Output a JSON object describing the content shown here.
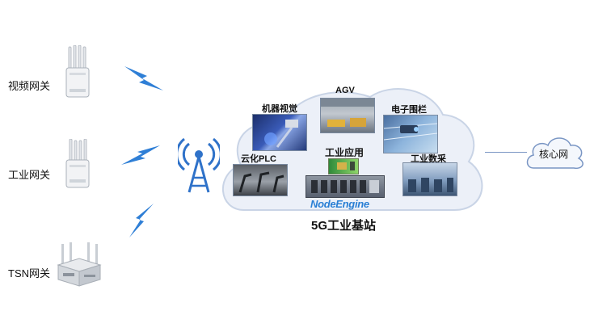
{
  "gateways": {
    "video": "视频网关",
    "industrial": "工业网关",
    "tsn": "TSN网关"
  },
  "cloud": {
    "machine_vision": "机器视觉",
    "agv": "AGV",
    "e_fence": "电子围栏",
    "cloud_plc": "云化PLC",
    "industrial_app": "工业应用",
    "industrial_data": "工业数采",
    "engine_name": "NodeEngine",
    "caption": "5G工业基站"
  },
  "core_network": "核心网",
  "colors": {
    "lightning": "#2f7fd6",
    "cloud_fill": "#ecf0f8",
    "cloud_stroke": "#c9d4e6",
    "tower": "#2f72c9",
    "core_stroke": "#7a96c4",
    "engine_text": "#2a7fd4"
  }
}
